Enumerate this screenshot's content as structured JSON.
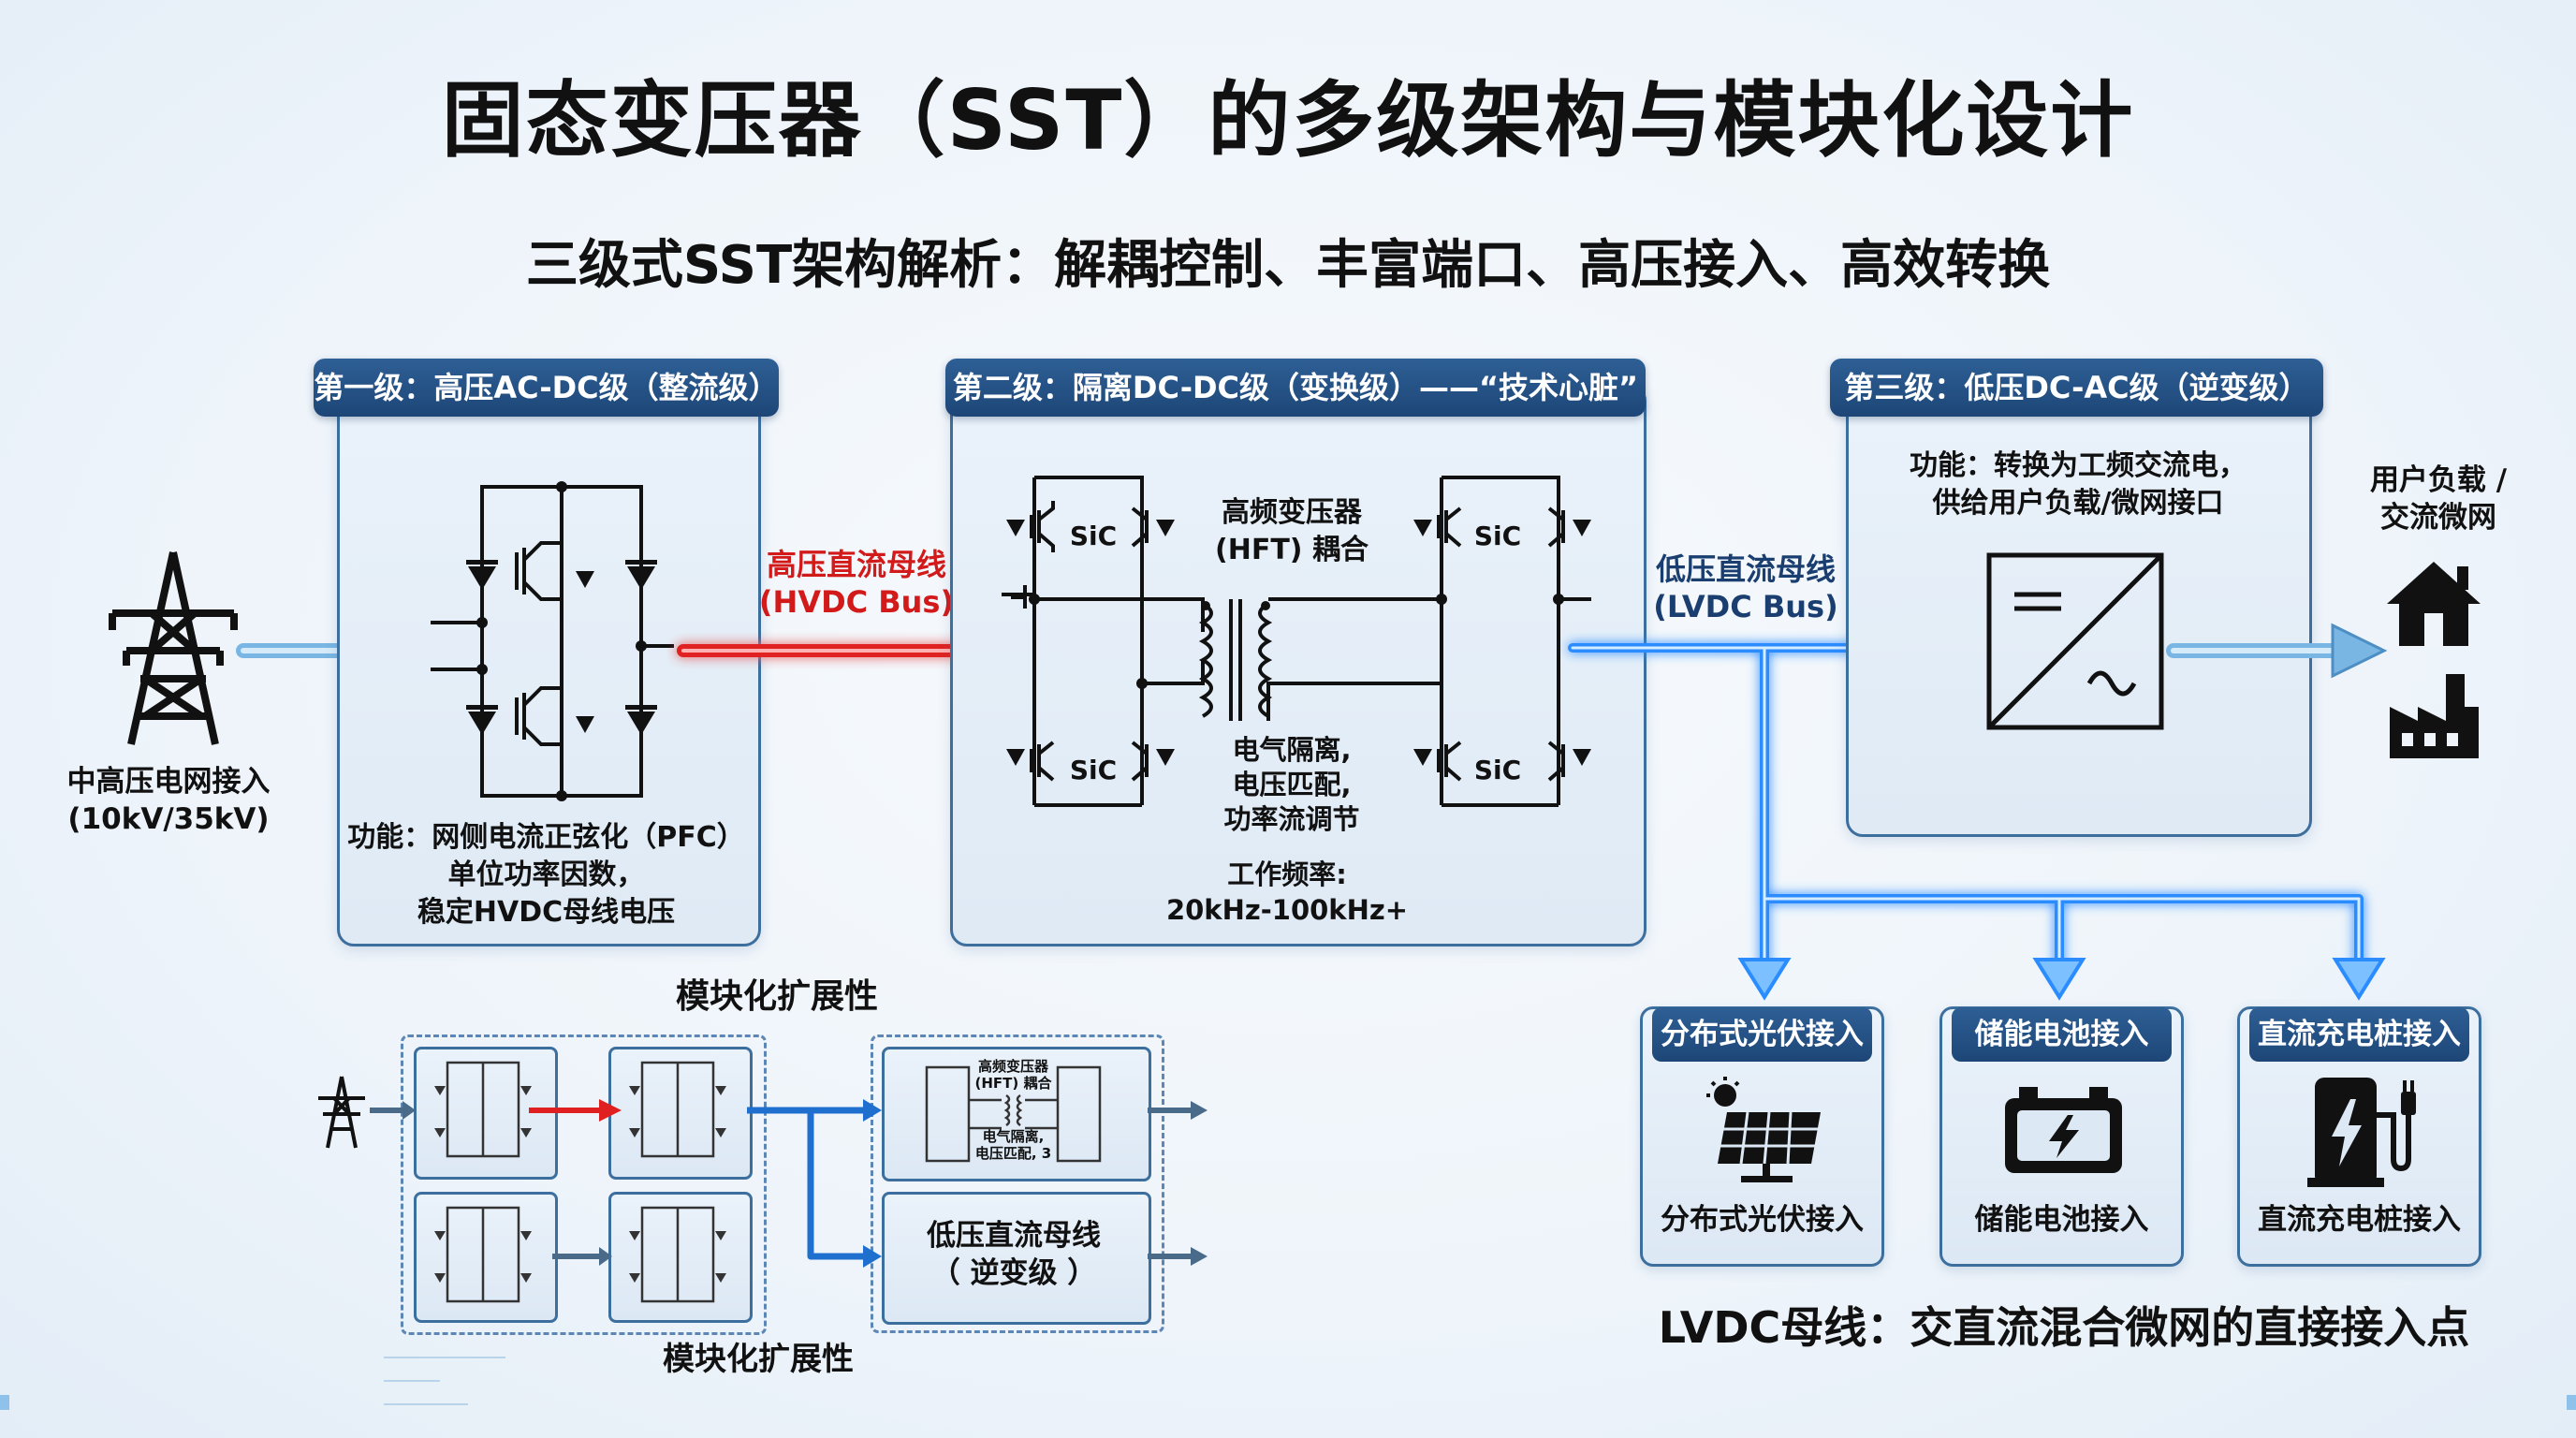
{
  "title": "固态变压器（SST）的多级架构与模块化设计",
  "subtitle": "三级式SST架构解析：解耦控制、丰富端口、高压接入、高效转换",
  "grid_input": {
    "label_line1": "中高压电网接入",
    "label_line2": "(10kV/35kV)"
  },
  "stage1": {
    "header": "第一级：高压AC-DC级（整流级）",
    "func_line1": "功能：网侧电流正弦化（PFC）",
    "func_line2": "单位功率因数，",
    "func_line3": "稳定HVDC母线电压"
  },
  "hvdc": {
    "line1": "高压直流母线",
    "line2": "(HVDC Bus)"
  },
  "stage2": {
    "header": "第二级：隔离DC-DC级（变换级）——“技术心脏”",
    "sic": "SiC",
    "hft_line1": "高频变压器",
    "hft_line2": "(HFT) 耦合",
    "iso_line1": "电气隔离,",
    "iso_line2": "电压匹配,",
    "iso_line3": "功率流调节",
    "freq_line1": "工作频率:",
    "freq_line2": "20kHz-100kHz+"
  },
  "lvdc": {
    "line1": "低压直流母线",
    "line2": "(LVDC Bus)"
  },
  "stage3": {
    "header": "第三级：低压DC-AC级（逆变级）",
    "func_line1": "功能：转换为工频交流电，",
    "func_line2": "供给用户负载/微网接口"
  },
  "output": {
    "line1": "用户负载 /",
    "line2": "交流微网"
  },
  "ports": [
    {
      "header": "分布式光伏接入",
      "footer": "分布式光伏接入",
      "icon": "solar-panel-icon"
    },
    {
      "header": "储能电池接入",
      "footer": "储能电池接入",
      "icon": "battery-icon"
    },
    {
      "header": "直流充电桩接入",
      "footer": "直流充电桩接入",
      "icon": "ev-charger-icon"
    }
  ],
  "lvdc_note": "LVDC母线：交直流混合微网的直接接入点",
  "modular": {
    "top_label": "模块化扩展性",
    "bottom_label": "模块化扩展性",
    "mini_hft_line1": "高频变压器",
    "mini_hft_line2": "(HFT) 耦合",
    "mini_iso": "电气隔离,",
    "mini_match": "电压匹配, 3",
    "inv_line1": "低压直流母线",
    "inv_line2": "（ 逆变级 ）"
  },
  "colors": {
    "accent_navy": "#1d4677",
    "hvdc_red": "#e02020",
    "lvdc_blue": "#2a8cff",
    "input_arrow": "#6fb0e0"
  }
}
